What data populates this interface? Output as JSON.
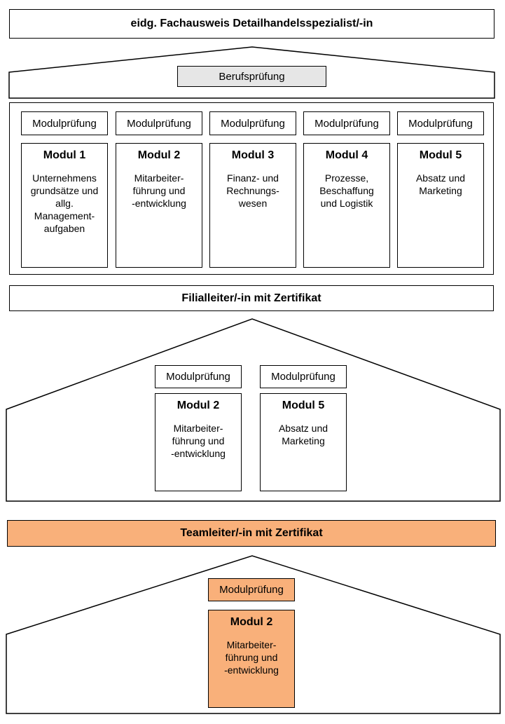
{
  "colors": {
    "accent": "#f9b07a",
    "exam_gray": "#e6e6e6",
    "line": "#000000"
  },
  "levels": [
    {
      "title": "eidg. Fachausweis Detailhandelsspezialist/-in",
      "final_exam": "Berufsprüfung",
      "modules": [
        {
          "exam": "Modulprüfung",
          "name": "Modul 1",
          "description": "Unternehmens\ngrundsätze und\nallg.\nManagement-\naufgaben"
        },
        {
          "exam": "Modulprüfung",
          "name": "Modul 2",
          "description": "Mitarbeiter-\nführung und\n-entwicklung"
        },
        {
          "exam": "Modulprüfung",
          "name": "Modul 3",
          "description": "Finanz- und\nRechnungs-\nwesen"
        },
        {
          "exam": "Modulprüfung",
          "name": "Modul 4",
          "description": "Prozesse,\nBeschaffung\nund Logistik"
        },
        {
          "exam": "Modulprüfung",
          "name": "Modul 5",
          "description": "Absatz und\nMarketing"
        }
      ]
    },
    {
      "title": "Filialleiter/-in mit Zertifikat",
      "modules": [
        {
          "exam": "Modulprüfung",
          "name": "Modul 2",
          "description": "Mitarbeiter-\nführung und\n-entwicklung"
        },
        {
          "exam": "Modulprüfung",
          "name": "Modul 5",
          "description": "Absatz und\nMarketing"
        }
      ]
    },
    {
      "title": "Teamleiter/-in mit Zertifikat",
      "highlighted": true,
      "modules": [
        {
          "exam": "Modulprüfung",
          "name": "Modul 2",
          "description": "Mitarbeiter-\nführung und\n-entwicklung"
        }
      ]
    }
  ]
}
